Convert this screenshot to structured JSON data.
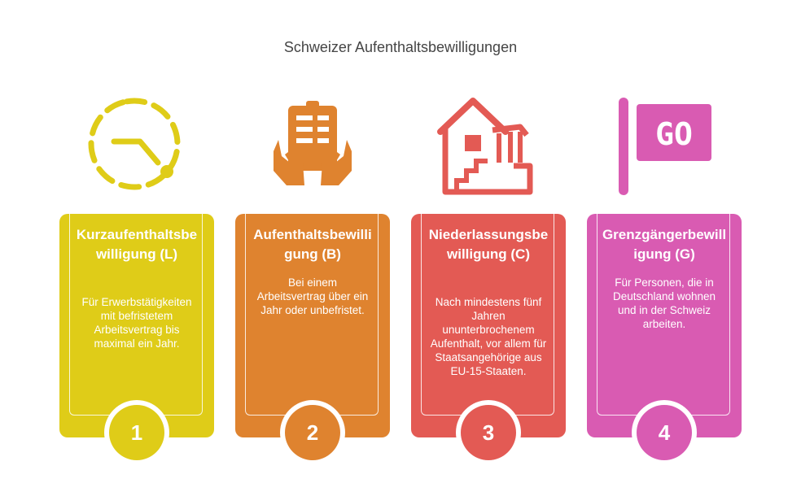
{
  "title": "Schweizer Aufenthaltsbewilligungen",
  "colors": {
    "yellow": "#dfcc18",
    "orange": "#df832f",
    "red": "#e35a54",
    "pink": "#d95bb2"
  },
  "cards": [
    {
      "icon": "stopwatch-icon",
      "heading": "Kurzaufenthaltsbewilligung (L)",
      "description": "Für Erwerbstätigkeiten mit befristetem Arbeitsvertrag bis maximal ein Jahr.",
      "number": "1"
    },
    {
      "icon": "clipboard-hands-icon",
      "heading": "Aufenthaltsbewilligung (B)",
      "description": "Bei einem Arbeitsvertrag über ein Jahr oder unbefristet.",
      "number": "2"
    },
    {
      "icon": "house-icon",
      "heading": "Niederlassungsbewilligung (C)",
      "description": "Nach mindestens fünf Jahren ununterbrochenem Aufenthalt, vor allem für Staatsangehörige aus EU-15-Staaten.",
      "number": "3"
    },
    {
      "icon": "go-flag-icon",
      "heading": "Grenzgängerbewilligung (G)",
      "description": "Für Personen, die in Deutschland wohnen und in der Schweiz arbeiten.",
      "number": "4"
    }
  ],
  "flag_text": "GO"
}
